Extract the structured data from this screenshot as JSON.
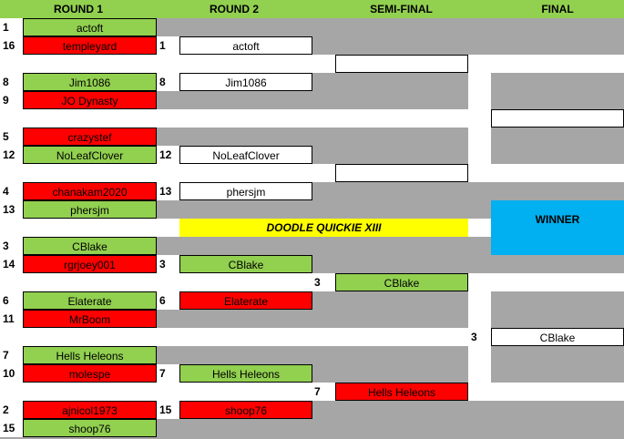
{
  "headers": {
    "round1": "ROUND 1",
    "round2": "ROUND 2",
    "semi": "SEMI-FINAL",
    "final": "FINAL"
  },
  "round1": [
    {
      "seed": "1",
      "name": "actoft"
    },
    {
      "seed": "16",
      "name": "templeyard"
    },
    {
      "seed": "8",
      "name": "Jim1086"
    },
    {
      "seed": "9",
      "name": "JO Dynasty"
    },
    {
      "seed": "5",
      "name": "crazystef"
    },
    {
      "seed": "12",
      "name": "NoLeafClover"
    },
    {
      "seed": "4",
      "name": "chanakam2020"
    },
    {
      "seed": "13",
      "name": "phersjm"
    },
    {
      "seed": "3",
      "name": "CBlake"
    },
    {
      "seed": "14",
      "name": "rgrjoey001"
    },
    {
      "seed": "6",
      "name": "Elaterate"
    },
    {
      "seed": "11",
      "name": "MrBoom"
    },
    {
      "seed": "7",
      "name": "Hells Heleons"
    },
    {
      "seed": "10",
      "name": "molespe"
    },
    {
      "seed": "2",
      "name": "ajnicol1973"
    },
    {
      "seed": "15",
      "name": "shoop76"
    }
  ],
  "round2": [
    {
      "seed": "1",
      "name": "actoft"
    },
    {
      "seed": "8",
      "name": "Jim1086"
    },
    {
      "seed": "12",
      "name": "NoLeafClover"
    },
    {
      "seed": "13",
      "name": "phersjm"
    },
    {
      "seed": "3",
      "name": "CBlake"
    },
    {
      "seed": "6",
      "name": "Elaterate"
    },
    {
      "seed": "7",
      "name": "Hells Heleons"
    },
    {
      "seed": "15",
      "name": "shoop76"
    }
  ],
  "semi": [
    {
      "seed": "3",
      "name": "CBlake"
    },
    {
      "seed": "7",
      "name": "Hells Heleons"
    }
  ],
  "final": [
    {
      "seed": "3",
      "name": "CBlake"
    }
  ],
  "banner": "DOODLE QUICKIE XIII",
  "winner_label": "WINNER",
  "colors": {
    "win": "#92d050",
    "lose": "#ff0000",
    "open": "#ffffff",
    "header": "#92d050",
    "banner": "#ffff00",
    "winner": "#00b0f0",
    "background": "#a6a6a6"
  }
}
